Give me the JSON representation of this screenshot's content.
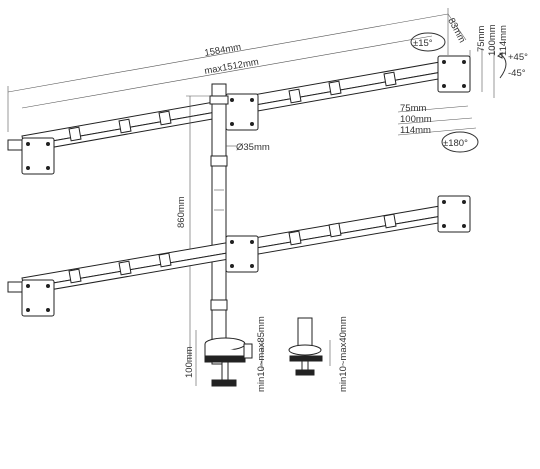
{
  "dimensions": {
    "total_width": "1584mm",
    "arm_width": "max1512mm",
    "pole_height": "860mm",
    "pole_diameter": "Ø35mm",
    "clamp_height": "100mm",
    "depth_83": "83mm",
    "vesa_75": "75mm",
    "vesa_100": "100mm",
    "vesa_114": "114mm",
    "vesa_75_bottom": "75mm",
    "vesa_100_bottom": "100mm",
    "vesa_114_bottom": "114mm",
    "tilt_up": "+45°",
    "tilt_down": "-45°",
    "swivel": "±15°",
    "rotate": "±180°",
    "clamp_range": "min10~max85mm",
    "grommet_range": "min10~max40mm"
  }
}
